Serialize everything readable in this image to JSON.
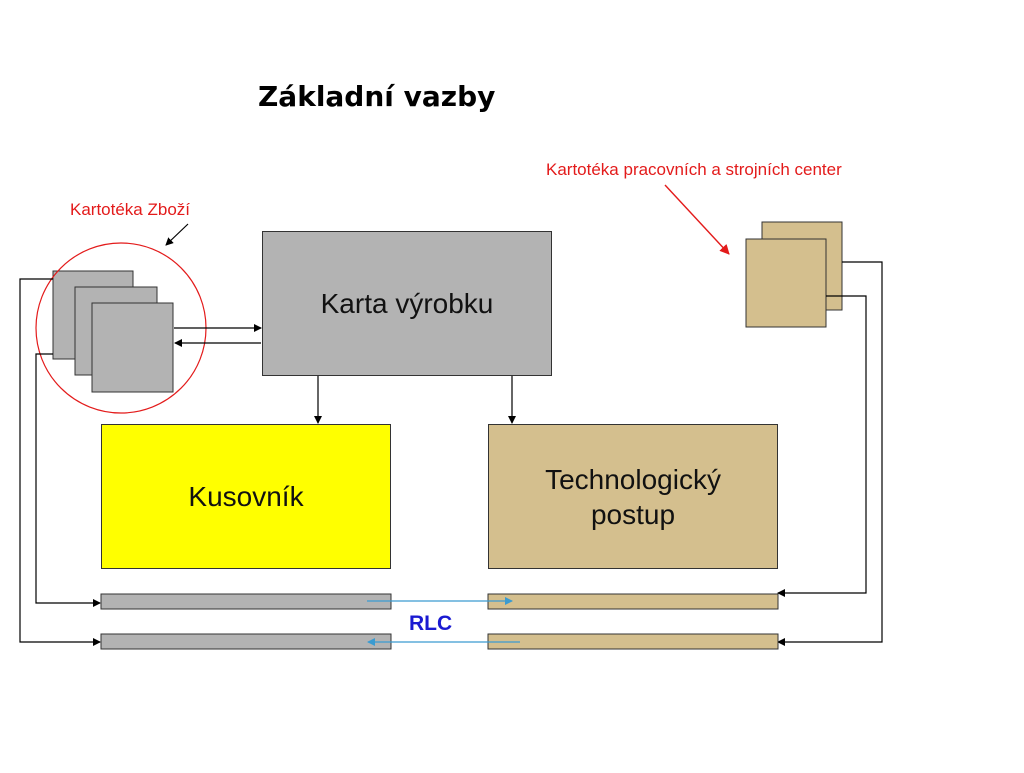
{
  "title": "Základní vazby",
  "annotations": {
    "zbozi": "Kartotéka Zboží",
    "centra": "Kartotéka pracovních a strojních center"
  },
  "boxes": {
    "karta": "Karta výrobku",
    "kusovnik": "Kusovník",
    "technologicky": "Technologický\npostup"
  },
  "rlc_label": "RLC",
  "colors": {
    "gray": "#b3b3b3",
    "yellow": "#ffff00",
    "tan": "#d4bf8e",
    "red": "#e31b1b",
    "blue_label": "#1a1ad1",
    "blue_arrow": "#3a9bd1"
  }
}
